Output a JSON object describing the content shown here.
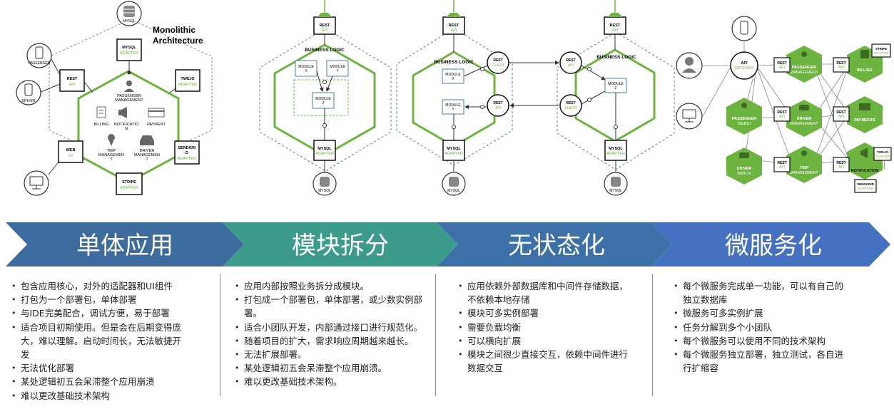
{
  "colors": {
    "green": "#6db33f",
    "dark_green": "#5a9a30",
    "dashed_blue": "#5577aa",
    "stage1": "#3d6b9e",
    "stage2": "#3d9b8c",
    "stage3": "#3d70a8",
    "stage4": "#4670c0"
  },
  "panel1": {
    "title_line1": "Monolithic",
    "title_line2": "Architecture",
    "mysql_icon": "MYSQL",
    "passenger_icon": "PASSENGER",
    "driver_icon": "DRIVER",
    "mysql_adapter": [
      "MYSQL",
      "ADAPTER"
    ],
    "rest_api": [
      "REST",
      "API"
    ],
    "twilio_adapter": [
      "TWILIO",
      "ADAPTER"
    ],
    "web_ui": [
      "WEB",
      "UI"
    ],
    "sendgrid_adapter": [
      "SENDGRI",
      "D",
      "ADAPTER"
    ],
    "stripe_adapter": [
      "STRIPE",
      "ADAPTER"
    ],
    "modules": {
      "passenger": [
        "PASSENGER",
        "MANAGEMENT"
      ],
      "billing": [
        "BILLING"
      ],
      "notification": [
        "NOTIFICATIO",
        "N"
      ],
      "payment": [
        "PAYMENT"
      ],
      "trip": [
        "TRIP",
        "MANAGEMEN",
        "T"
      ],
      "driver": [
        "DRIVER",
        "MANAGEMEN",
        "T"
      ]
    }
  },
  "panel2": {
    "rest_api": [
      "REST",
      "API"
    ],
    "business_logic": "BUSINESS LOGIC",
    "module_x": [
      "MODULE",
      "X"
    ],
    "module_y": [
      "MODULE",
      "Y"
    ],
    "module_z": [
      "MODULE",
      "Z"
    ],
    "mysql_adapter": [
      "MYSQL",
      "ADAPTER"
    ],
    "mysql_db": "MYSQL"
  },
  "panel3": {
    "rest_api": [
      "REST",
      "API"
    ],
    "business_logic": "BUSINESS LOGIC",
    "module_x": [
      "MODULE",
      "X"
    ],
    "module_y": [
      "MODULE",
      "Y"
    ],
    "rest_client": [
      "REST",
      "CLIENT"
    ],
    "rest_api_right": [
      "REST",
      "API"
    ],
    "mysql_adapter": [
      "MYSQL",
      "ADAPTER"
    ],
    "mysql_db": "MYSQL"
  },
  "panel4": {
    "rest_api_top": [
      "REST",
      "API"
    ],
    "rest_api_left": [
      "REST",
      "API"
    ],
    "rest_client_left": [
      "REST",
      "CLIENT"
    ],
    "business_logic": "BUSINESS LOGIC",
    "module_z": [
      "MODULE",
      "Z"
    ],
    "mysql_adapter": [
      "MYSQL",
      "ADAPTER"
    ],
    "mysql_db": "MYSQL"
  },
  "panel5": {
    "api_gateway": [
      "API",
      "GATEWAY"
    ],
    "rest_api": [
      "REST",
      "API"
    ],
    "passenger_mgmt": [
      "PASSENGER",
      "MANAGEMENT"
    ],
    "billing": "BILLING",
    "stripe_adapter": [
      "STRIPE",
      "ADAPTER"
    ],
    "passenger_webui": [
      "PASSENGER",
      "WEBUI"
    ],
    "driver_mgmt": [
      "DRIVER",
      "MANAGEMENT"
    ],
    "payments": "PAYMENTS",
    "driver_webui": [
      "DRIVER",
      "WEB UI"
    ],
    "trip_mgmt": [
      "TRIP",
      "MANAGEMENT"
    ],
    "notification": "NOTIFICATION",
    "twilio_adapter": [
      "TWILIO",
      "ADAPTER"
    ],
    "sendgrid_adapter": [
      "SENDGRID",
      "ADAPTER"
    ]
  },
  "stages": [
    {
      "title": "单体应用",
      "items": [
        "包含应用核心，对外的适配器和UI组件",
        "打包为一个部署包，单体部署",
        "与IDE完美配合，调试方便，易于部署",
        "适合项目初期使用。但是会在后期变得庞大，难以理解。启动时间长，无法敏捷开发",
        "无法优化部署",
        "某处逻辑初五会呆滞整个应用崩溃",
        "难以更改基础技术架构"
      ]
    },
    {
      "title": "模块拆分",
      "items": [
        "应用内部按照业务拆分成模块。",
        "打包成一个部署包，单体部署，或少数实例部署。",
        "适合小团队开发，内部通过接口进行规范化。",
        "随着项目的扩大，需求响应周期越来越长。",
        "无法扩展部署。",
        "某处逻辑初五会呆滞整个应用崩溃。",
        "难以更改基础技术架构。"
      ]
    },
    {
      "title": "无状态化",
      "items": [
        "应用依赖外部数据库和中间件存储数据，不依赖本地存储",
        "模块可多实例部署",
        "需要负载均衡",
        "可以横向扩展",
        "模块之间很少直接交互，依赖中间件进行数据交互"
      ]
    },
    {
      "title": "微服务化",
      "items": [
        "每个微服务完成单一功能，可以有自己的独立数据库",
        "微服务可多实例扩展",
        "任务分解到多个小团队",
        "每个微服务可以使用不同的技术架构",
        "每个微服务独立部署，独立测试，各自进行扩缩容"
      ]
    }
  ]
}
